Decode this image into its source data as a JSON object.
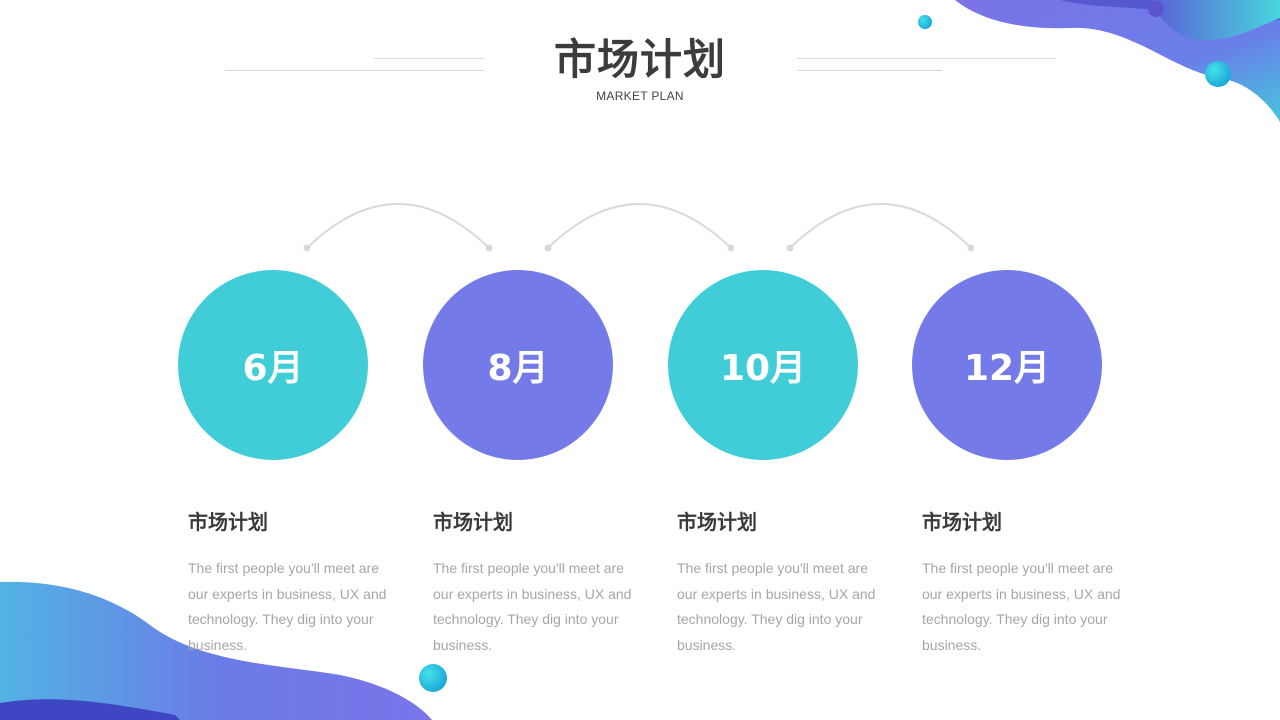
{
  "header": {
    "title": "市场计划",
    "subtitle": "MARKET PLAN"
  },
  "colors": {
    "teal": "#40cdd8",
    "purple": "#757ae9",
    "arc": "#d9d9d9",
    "title": "#3c3c3c",
    "body": "#a6a6a6"
  },
  "timeline": [
    {
      "label": "6月",
      "color": "teal",
      "title": "市场计划",
      "text": "The first people you'll meet are our experts in business, UX and technology. They dig into your business."
    },
    {
      "label": "8月",
      "color": "purple",
      "title": "市场计划",
      "text": "The first people you'll meet are our experts in business, UX and technology. They dig into your business."
    },
    {
      "label": "10月",
      "color": "teal",
      "title": "市场计划",
      "text": "The first people you'll meet are our experts in business, UX and technology. They dig into your business."
    },
    {
      "label": "12月",
      "color": "purple",
      "title": "市场计划",
      "text": "The first people you'll meet are our experts in business, UX and technology. They dig into your business."
    }
  ]
}
